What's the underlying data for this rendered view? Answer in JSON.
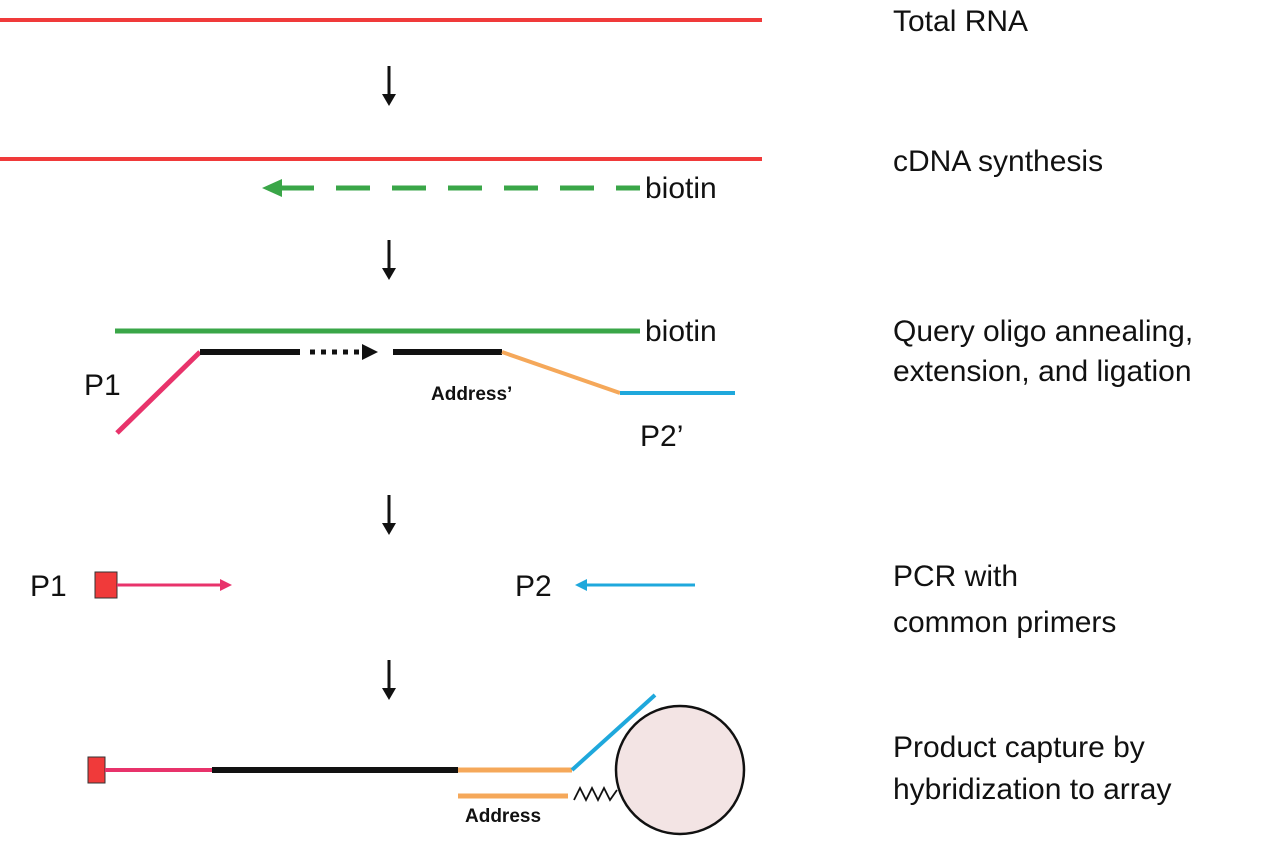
{
  "steps": {
    "total_rna": "Total RNA",
    "cdna": "cDNA synthesis",
    "query_line1": "Query oligo annealing,",
    "query_line2": "extension, and ligation",
    "pcr_line1": "PCR with",
    "pcr_line2": "common primers",
    "capture_line1": "Product capture by",
    "capture_line2": "hybridization to array"
  },
  "labels": {
    "biotin_1": "biotin",
    "biotin_2": "biotin",
    "p1_query": "P1",
    "address_prime": "Address’",
    "p2_prime": "P2’",
    "p1_pcr": "P1",
    "p2_pcr": "P2",
    "address": "Address"
  },
  "colors": {
    "rna": "#f03a3a",
    "cdna": "#3aa648",
    "p1": "#e8336b",
    "gene": "#111111",
    "address": "#f5a85a",
    "p2": "#1fa8dc",
    "bead": "#f3e4e4"
  }
}
